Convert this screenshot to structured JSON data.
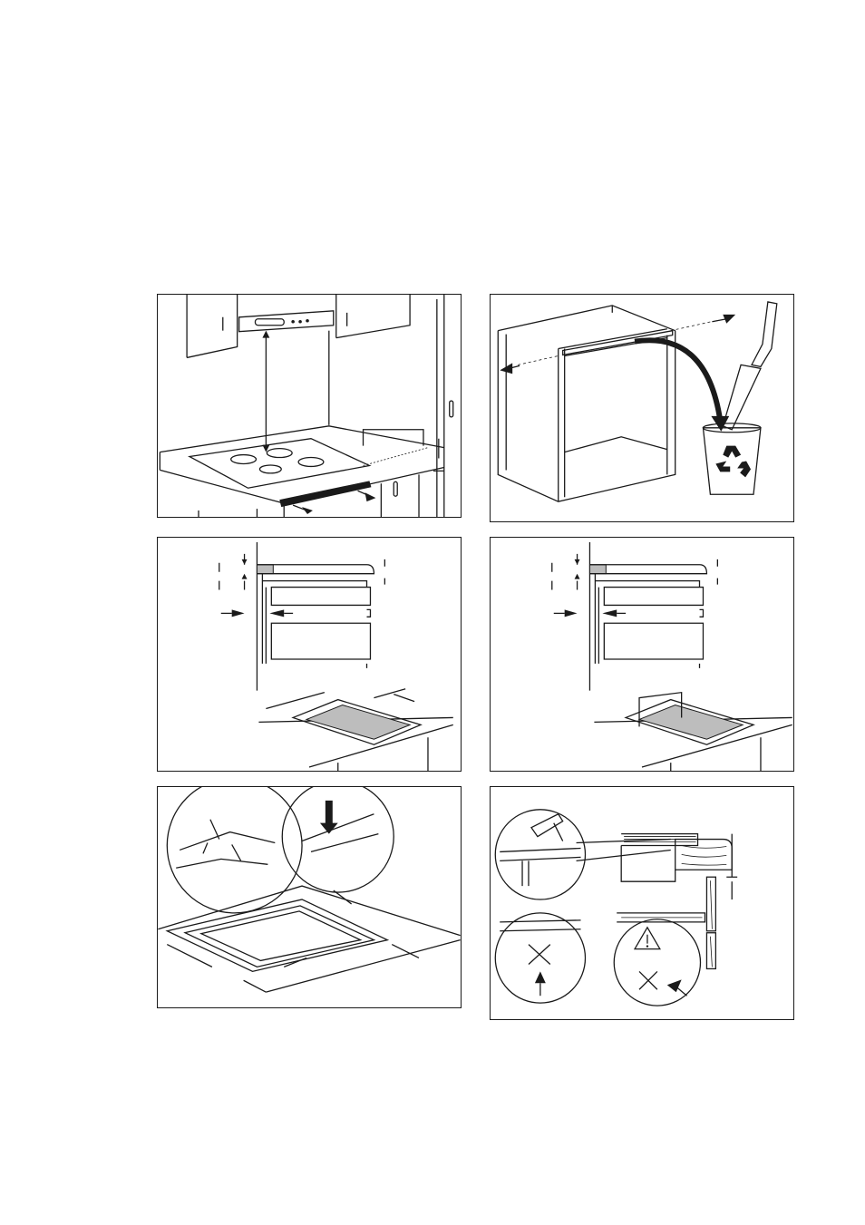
{
  "page": {
    "figures": [
      {
        "icon": "kitchen-hob-hood-installation-illustration"
      },
      {
        "icon": "cabinet-crossbar-removal-recycle-illustration"
      },
      {
        "icon": "hob-cutout-clearance-dimensions-illustration"
      },
      {
        "icon": "hob-cutout-clearance-variant-illustration"
      },
      {
        "icon": "sealing-gasket-application-illustration"
      },
      {
        "icon": "worktop-sealant-edge-warning-illustration"
      }
    ]
  }
}
